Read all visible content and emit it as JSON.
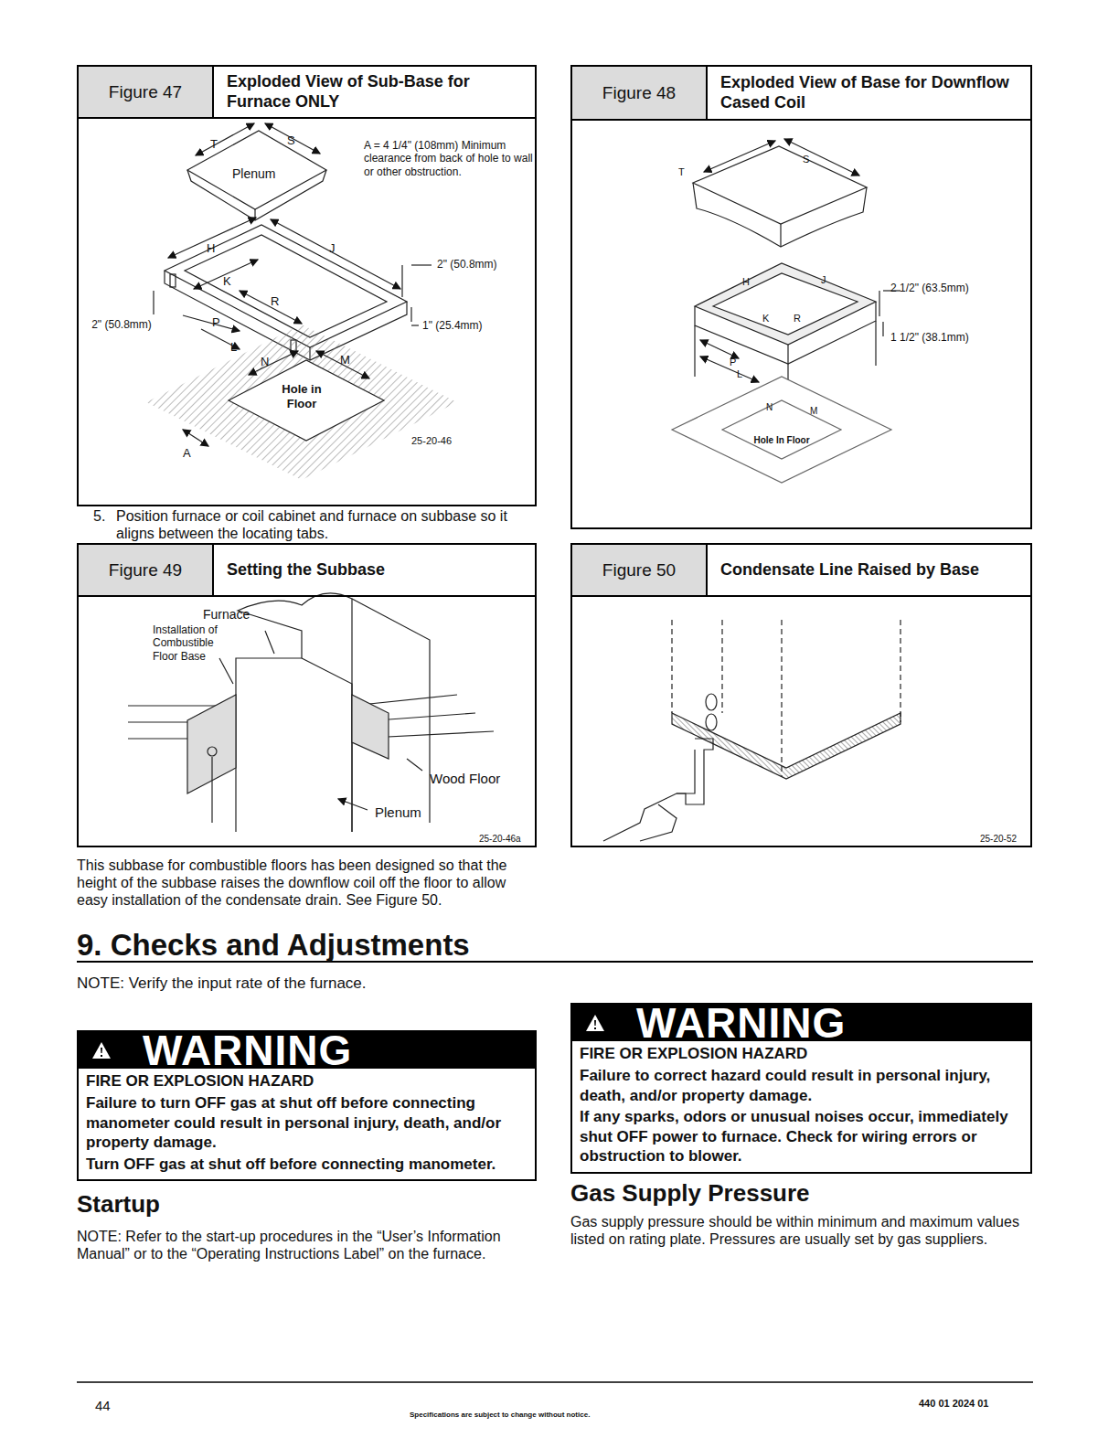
{
  "diagram": {
    "nodes": [
      {
        "text": [
          "Figure 47",
          "Exploded View of Sub-Base for Furnace ONLY"
        ]
      },
      {
        "text": [
          "Figure 48",
          "Exploded View of Base for Downflow Cased Coil"
        ]
      },
      {
        "text": [
          "Figure 49",
          "Setting the Subbase"
        ]
      },
      {
        "text": [
          "Figure 50",
          "Condensate Line Raised by Base"
        ]
      },
      {
        "text": [
          "WARNING",
          "FIRE OR EXPLOSION HAZARD",
          "Failure to turn OFF gas at shut off before connecting manometer could result in personal injury, death, and/or property damage.",
          "Turn OFF gas at shut off before connecting manometer."
        ]
      },
      {
        "text": [
          "WARNING",
          "FIRE OR EXPLOSION HAZARD",
          "Failure to correct hazard could result in personal injury, death, and/or property damage.",
          "If any sparks, odors or unusual noises occur, immediately shut OFF power to furnace. Check for wiring errors or obstruction to blower."
        ]
      }
    ],
    "labels": [
      "T",
      "S",
      "Plenum",
      "A = 4 1/4\" (108mm) Minimum clearance from back of hole to wall or other obstruction.",
      "H",
      "J",
      "K",
      "R",
      "2\" (50.8mm)",
      "1\" (25.4mm)",
      "2\" (50.8mm)",
      "P",
      "L",
      "N",
      "M",
      "Hole in Floor",
      "A",
      "25-20-46",
      "5.",
      "Position furnace or coil cabinet and furnace on subbase so it aligns between the locating tabs.",
      "T",
      "S",
      "H",
      "J",
      "K",
      "R",
      "P",
      "L",
      "2 1/2\" (63.5mm)",
      "1 1/2\" (38.1mm)",
      "N",
      "M",
      "Hole In Floor",
      "Furnace",
      "Installation of Combustible Floor Base",
      "Wood Floor",
      "Plenum",
      "25-20-46a",
      "25-20-52",
      "This subbase for combustible floors has been designed so that the height of the subbase raises the downflow coil off the floor to allow easy installation of the condensate drain. See Figure 50.",
      "9. Checks and Adjustments",
      "NOTE: Verify the input rate of the furnace.",
      "Startup",
      "NOTE: Refer to the start-up procedures in the “User’s Information Manual” or to the “Operating Instructions Label” on the furnace.",
      "Gas Supply Pressure",
      "Gas supply pressure should be within minimum and maximum values listed on rating plate. Pressures are usually set by gas suppliers.",
      "44",
      "Specifications are subject to change without notice.",
      "440 01 2024 01"
    ]
  }
}
